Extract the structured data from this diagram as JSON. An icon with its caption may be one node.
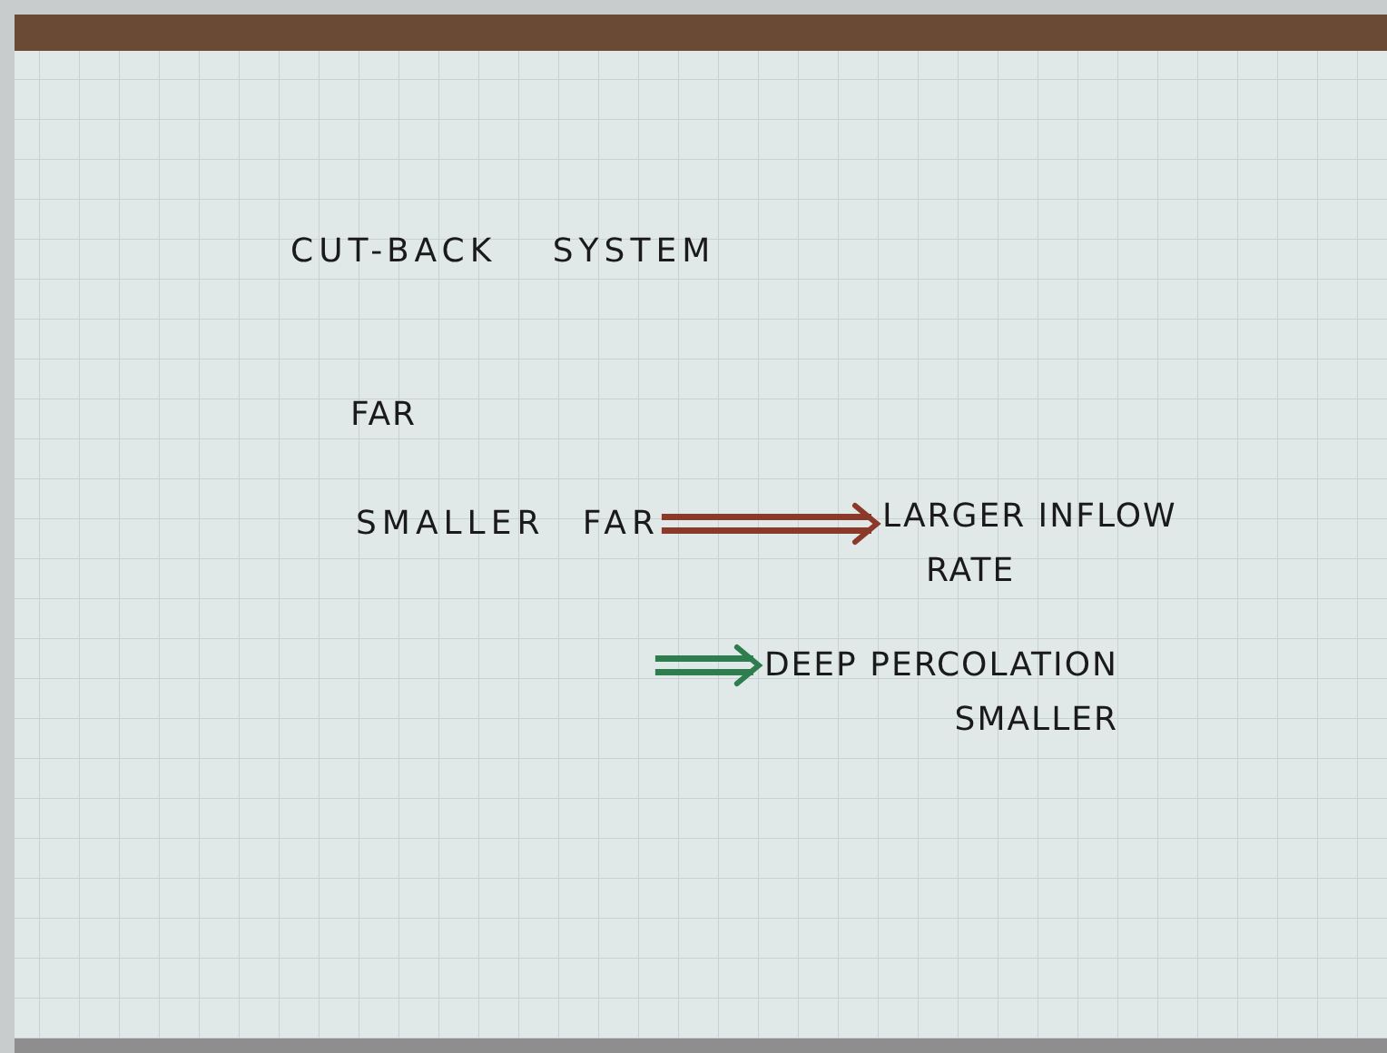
{
  "diagram": {
    "title": "CUT-BACK SYSTEM",
    "nodes": [
      {
        "text": [
          "SMALLER FAR"
        ]
      },
      {
        "text": [
          "LARGER INFLOW RATE"
        ]
      },
      {
        "text": [
          "DEEP PERCOLATION SMALLER"
        ]
      }
    ],
    "edges": [
      {
        "from": 0,
        "to": 1,
        "arrow": "to",
        "color": "#8b3a2a"
      },
      {
        "from": null,
        "to": 2,
        "arrow": "to",
        "color": "#2e7d4f"
      }
    ],
    "labels": [
      "FAR"
    ]
  }
}
